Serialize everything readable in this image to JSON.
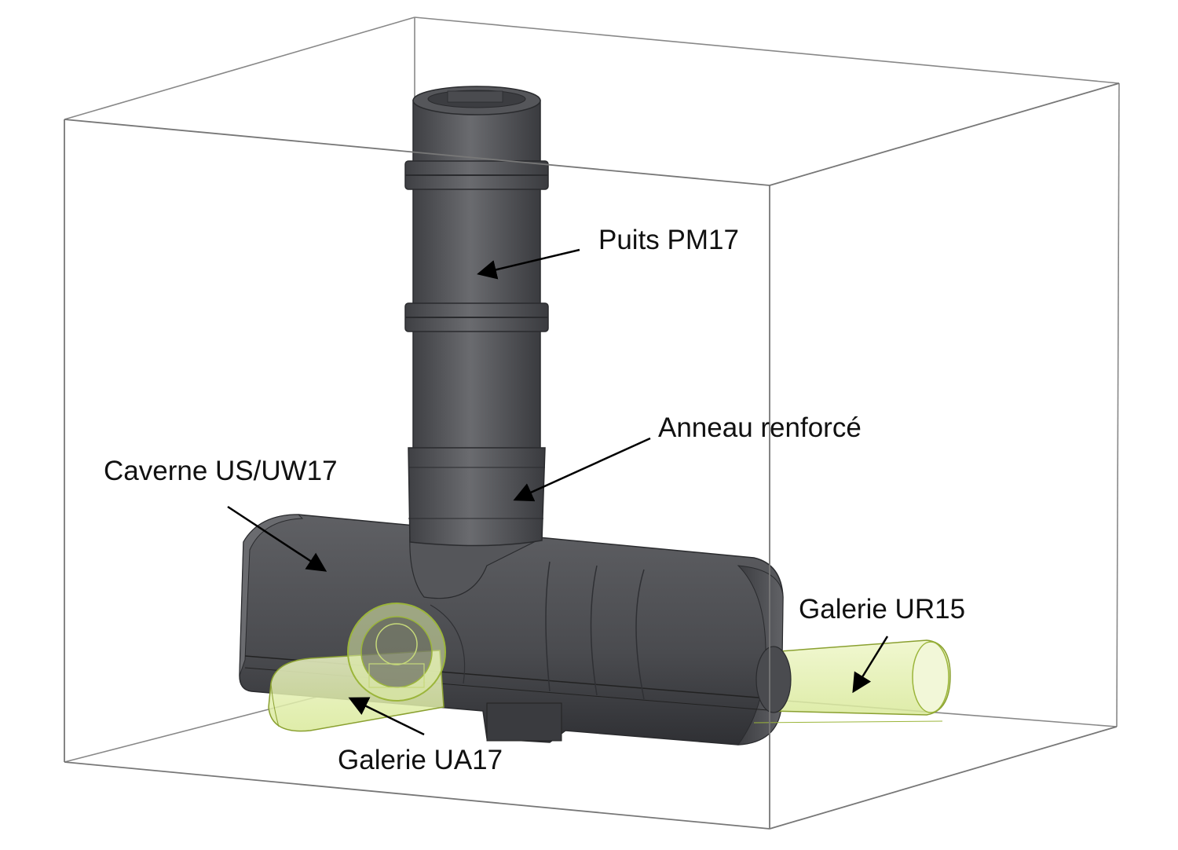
{
  "labels": {
    "puits": "Puits PM17",
    "anneau": "Anneau renforcé",
    "caverne": "Caverne US/UW17",
    "galerie_ur15": "Galerie UR15",
    "galerie_ua17": "Galerie UA17"
  },
  "colors": {
    "concrete_dark": "#4a4b4f",
    "concrete_mid": "#5c5d61",
    "concrete_light": "#6e6f73",
    "gallery_transparent": "#e6f2b8",
    "gallery_outline": "#9bb53a",
    "box_line": "#777777",
    "arrow": "#000000"
  }
}
